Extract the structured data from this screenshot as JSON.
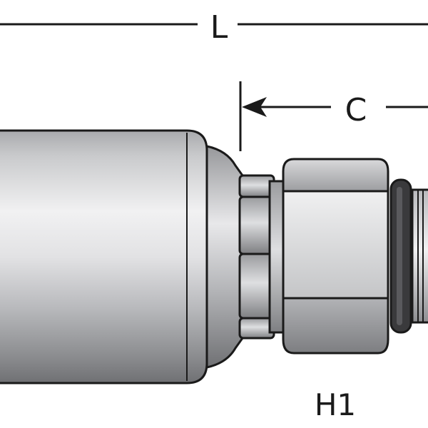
{
  "diagram": {
    "dimension_labels": {
      "length": "L",
      "cut_off": "C",
      "hex": "H1"
    },
    "colors": {
      "outline": "#1a1a1a",
      "background": "#ffffff",
      "steel_dark": "#6f6f72",
      "steel_mid": "#a7a8ab",
      "steel_light": "#e6e6e8",
      "seal": "#3a3a3c"
    }
  }
}
